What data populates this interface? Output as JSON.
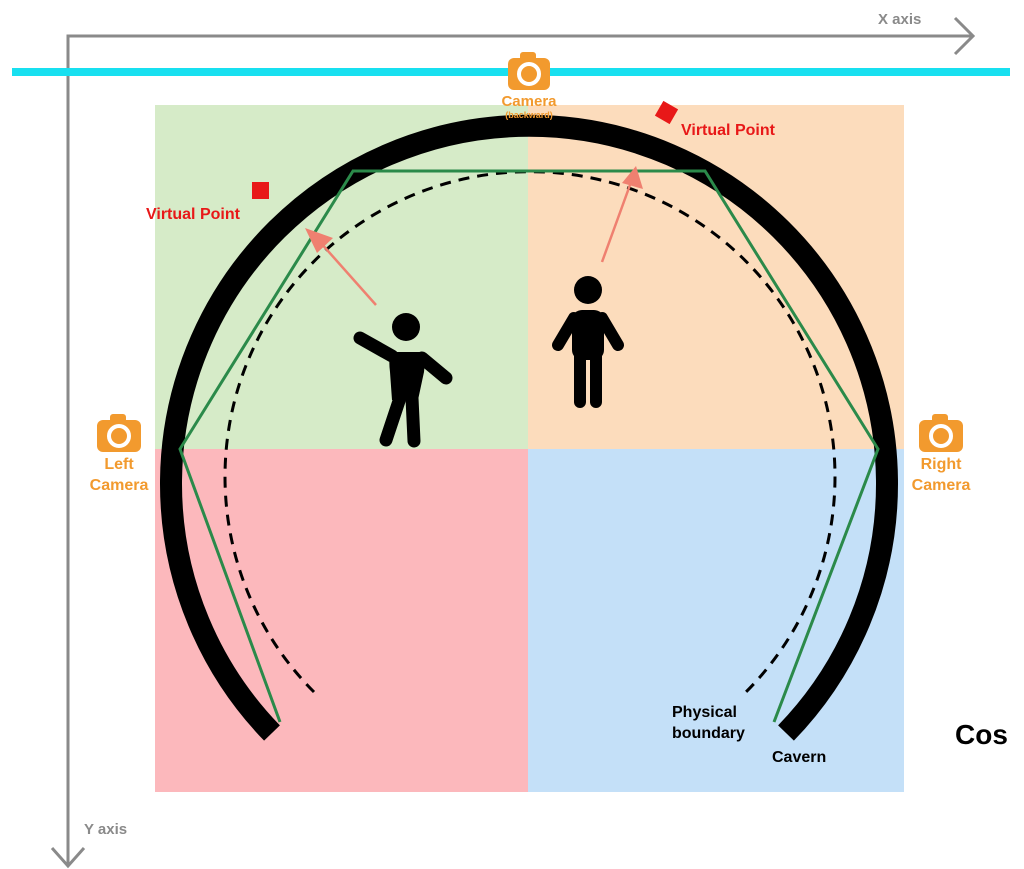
{
  "axes": {
    "x_label": "X axis",
    "y_label": "Y axis"
  },
  "cameras": {
    "top": {
      "label": "Camera",
      "sublabel": "(backward)"
    },
    "left": {
      "line1": "Left",
      "line2": "Camera"
    },
    "right": {
      "line1": "Right",
      "line2": "Camera"
    }
  },
  "virtual_points": {
    "left": "Virtual Point",
    "right": "Virtual Point"
  },
  "labels": {
    "physical_boundary_1": "Physical",
    "physical_boundary_2": "boundary",
    "cavern": "Cavern",
    "cut_off_text": "Cos"
  },
  "colors": {
    "quadrant_top_left": "#d6ebc8",
    "quadrant_top_right": "#fcdcbc",
    "quadrant_bottom_left": "#fcb8bc",
    "quadrant_bottom_right": "#c4e0f8",
    "camera_orange": "#f29a2e",
    "cyan_line": "#18e0f0",
    "boundary_green": "#2b8a4a",
    "virtual_point_red": "#e81818",
    "arrow_red": "#ef8070",
    "axis_gray": "#8a8a8a"
  }
}
